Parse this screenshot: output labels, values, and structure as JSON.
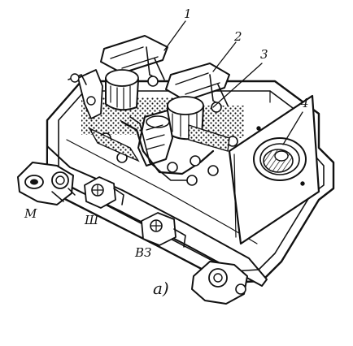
{
  "callouts": [
    "1",
    "2",
    "3",
    "4"
  ],
  "terminal_labels": {
    "m": "М",
    "sh": "Ш",
    "vz": "ВЗ"
  },
  "caption": "а)",
  "colors": {
    "ink": "#111111",
    "background": "#ffffff"
  }
}
